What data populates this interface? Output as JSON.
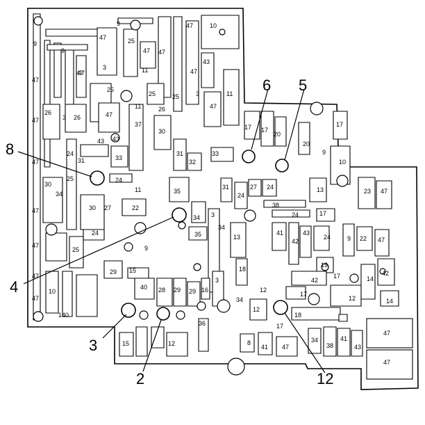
{
  "channel_labels": [
    {
      "id": "c1",
      "text": "9"
    },
    {
      "id": "c2",
      "text": "47"
    },
    {
      "id": "c3",
      "text": "10"
    },
    {
      "id": "c4",
      "text": "25"
    },
    {
      "id": "c5",
      "text": "47"
    },
    {
      "id": "c6",
      "text": "9"
    },
    {
      "id": "c7",
      "text": "47"
    },
    {
      "id": "c8",
      "text": "9"
    },
    {
      "id": "c9",
      "text": "47"
    },
    {
      "id": "c10",
      "text": "47"
    },
    {
      "id": "c11",
      "text": "43"
    },
    {
      "id": "c12",
      "text": "3"
    },
    {
      "id": "c13",
      "text": "11"
    },
    {
      "id": "c14",
      "text": "47"
    },
    {
      "id": "c15",
      "text": "25"
    },
    {
      "id": "c16",
      "text": "25"
    },
    {
      "id": "c17",
      "text": "25"
    },
    {
      "id": "c18",
      "text": "3"
    },
    {
      "id": "c19",
      "text": "11"
    },
    {
      "id": "c20",
      "text": "47"
    },
    {
      "id": "c21",
      "text": "26"
    },
    {
      "id": "c22",
      "text": "3"
    },
    {
      "id": "c23",
      "text": "26"
    },
    {
      "id": "c24",
      "text": "47"
    },
    {
      "id": "c25",
      "text": "11"
    },
    {
      "id": "c26",
      "text": "26"
    },
    {
      "id": "c27",
      "text": "37"
    },
    {
      "id": "c28",
      "text": "30"
    },
    {
      "id": "c29",
      "text": "47"
    },
    {
      "id": "c30",
      "text": "43"
    },
    {
      "id": "c31",
      "text": "43"
    },
    {
      "id": "c32",
      "text": "33"
    },
    {
      "id": "c33",
      "text": "31"
    },
    {
      "id": "c34",
      "text": "32"
    },
    {
      "id": "c35",
      "text": "33"
    },
    {
      "id": "c36",
      "text": "47"
    },
    {
      "id": "c37",
      "text": "24"
    },
    {
      "id": "c38",
      "text": "31"
    },
    {
      "id": "c39",
      "text": "25"
    },
    {
      "id": "c40",
      "text": "30"
    },
    {
      "id": "c41",
      "text": "24"
    },
    {
      "id": "c42",
      "text": "11"
    },
    {
      "id": "c43",
      "text": "34"
    },
    {
      "id": "c44",
      "text": "47"
    },
    {
      "id": "c45",
      "text": "30"
    },
    {
      "id": "c46",
      "text": "27"
    },
    {
      "id": "c47",
      "text": "22"
    },
    {
      "id": "c48",
      "text": "35"
    },
    {
      "id": "c49",
      "text": "34"
    },
    {
      "id": "c50",
      "text": "3"
    },
    {
      "id": "c51",
      "text": "24"
    },
    {
      "id": "c52",
      "text": "47"
    },
    {
      "id": "c53",
      "text": "25"
    },
    {
      "id": "c54",
      "text": "9"
    },
    {
      "id": "c55",
      "text": "29"
    },
    {
      "id": "c56",
      "text": "15"
    },
    {
      "id": "c57",
      "text": "35"
    },
    {
      "id": "c58",
      "text": "34"
    },
    {
      "id": "c59",
      "text": "10"
    },
    {
      "id": "c60",
      "text": "47"
    },
    {
      "id": "c61",
      "text": "140"
    },
    {
      "id": "c62",
      "text": "40"
    },
    {
      "id": "c63",
      "text": "28"
    },
    {
      "id": "c64",
      "text": "29"
    },
    {
      "id": "c65",
      "text": "29"
    },
    {
      "id": "c66",
      "text": "16"
    },
    {
      "id": "c67",
      "text": "3"
    },
    {
      "id": "c68",
      "text": "17"
    },
    {
      "id": "c69",
      "text": "17"
    },
    {
      "id": "c70",
      "text": "20"
    },
    {
      "id": "c71",
      "text": "17"
    },
    {
      "id": "c72",
      "text": "20"
    },
    {
      "id": "c73",
      "text": "9"
    },
    {
      "id": "c74",
      "text": "10"
    },
    {
      "id": "c75",
      "text": "31"
    },
    {
      "id": "c76",
      "text": "24"
    },
    {
      "id": "c77",
      "text": "27"
    },
    {
      "id": "c78",
      "text": "24"
    },
    {
      "id": "c79",
      "text": "13"
    },
    {
      "id": "c80",
      "text": "23"
    },
    {
      "id": "c81",
      "text": "47"
    },
    {
      "id": "c82",
      "text": "38"
    },
    {
      "id": "c83",
      "text": "24"
    },
    {
      "id": "c84",
      "text": "17"
    },
    {
      "id": "c85",
      "text": "41"
    },
    {
      "id": "c86",
      "text": "43"
    },
    {
      "id": "c87",
      "text": "42"
    },
    {
      "id": "c88",
      "text": "24"
    },
    {
      "id": "c89",
      "text": "9"
    },
    {
      "id": "c90",
      "text": "22"
    },
    {
      "id": "c91",
      "text": "47"
    },
    {
      "id": "c92",
      "text": "13"
    },
    {
      "id": "c93",
      "text": "18"
    },
    {
      "id": "c94",
      "text": "19"
    },
    {
      "id": "c95",
      "text": "42"
    },
    {
      "id": "c96",
      "text": "17"
    },
    {
      "id": "c97",
      "text": "42"
    },
    {
      "id": "c98",
      "text": "14"
    },
    {
      "id": "c99",
      "text": "17"
    },
    {
      "id": "c100",
      "text": "12"
    },
    {
      "id": "c101",
      "text": "14"
    },
    {
      "id": "c102",
      "text": "34"
    },
    {
      "id": "c103",
      "text": "12"
    },
    {
      "id": "c104",
      "text": "18"
    },
    {
      "id": "c105",
      "text": "17"
    },
    {
      "id": "c106",
      "text": "36"
    },
    {
      "id": "c107",
      "text": "15"
    },
    {
      "id": "c108",
      "text": "12"
    },
    {
      "id": "c109",
      "text": "8"
    },
    {
      "id": "c110",
      "text": "41"
    },
    {
      "id": "c111",
      "text": "47"
    },
    {
      "id": "c112",
      "text": "34"
    },
    {
      "id": "c113",
      "text": "38"
    },
    {
      "id": "c114",
      "text": "41"
    },
    {
      "id": "c115",
      "text": "43"
    },
    {
      "id": "c116",
      "text": "47"
    },
    {
      "id": "c117",
      "text": "47"
    },
    {
      "id": "c118",
      "text": "12"
    },
    {
      "id": "c119",
      "text": "47"
    },
    {
      "id": "c120",
      "text": "47"
    },
    {
      "id": "c121",
      "text": "47"
    }
  ],
  "callouts": [
    {
      "id": "k8",
      "text": "8"
    },
    {
      "id": "k6",
      "text": "6"
    },
    {
      "id": "k5",
      "text": "5"
    },
    {
      "id": "k4",
      "text": "4"
    },
    {
      "id": "k3",
      "text": "3"
    },
    {
      "id": "k2",
      "text": "2"
    },
    {
      "id": "k12",
      "text": "12"
    }
  ]
}
